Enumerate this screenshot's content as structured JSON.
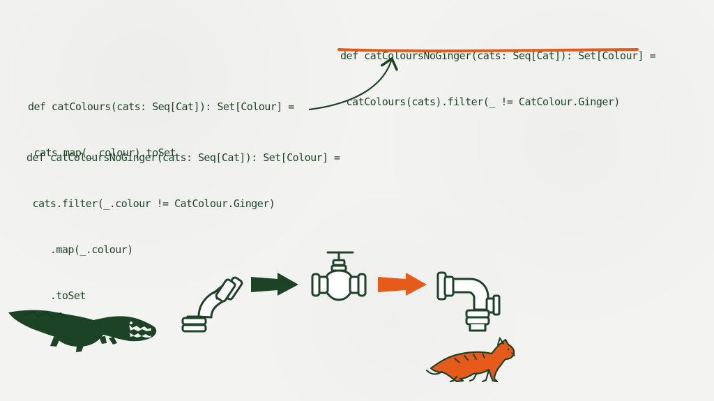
{
  "code_blocks": {
    "top_right": {
      "line1": "def catColoursNoGinger(cats: Seq[Cat]): Set[Colour] =",
      "line2": " catColours(cats).filter(_ != CatColour.Ginger)"
    },
    "left_first": {
      "line1": "def catColours(cats: Seq[Cat]): Set[Colour] =",
      "line2": " cats.map(_.colour).toSet"
    },
    "left_second": {
      "line1": "def catColoursNoGinger(cats: Seq[Cat]): Set[Colour] =",
      "line2": " cats.filter(_.colour != CatColour.Ginger)",
      "line3": "    .map(_.colour)",
      "line4": "    .toSet"
    }
  },
  "colors": {
    "background": "#f3f3f1",
    "dark_green": "#1d4326",
    "orange": "#e65b19",
    "white": "#ffffff"
  },
  "icons": [
    "crocodile-icon",
    "elbow-pipe-icon",
    "dark-green-arrow-icon",
    "valve-pipe-icon",
    "orange-arrow-icon",
    "outlet-pipe-icon",
    "ginger-cat-icon",
    "curved-arrow-icon",
    "orange-underline"
  ]
}
